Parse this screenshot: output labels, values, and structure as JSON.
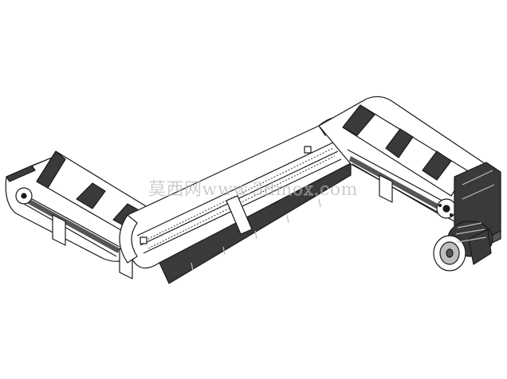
{
  "watermark": {
    "text": "莫西网www.3dmox.com"
  },
  "colors": {
    "background": "#ffffff",
    "frame_fill": "#ffffff",
    "outline": "#1a1a1a",
    "dark_part": "#3a3a3a",
    "shadow": "#555555",
    "light_part": "#bdbdbd"
  },
  "parts": {
    "conveyor": "inclined-chain-conveyor",
    "motor": "drive-motor",
    "gearbox": "gearbox",
    "inlet_hopper": "inlet-hopper",
    "outlet_hopper": "outlet-hopper"
  }
}
